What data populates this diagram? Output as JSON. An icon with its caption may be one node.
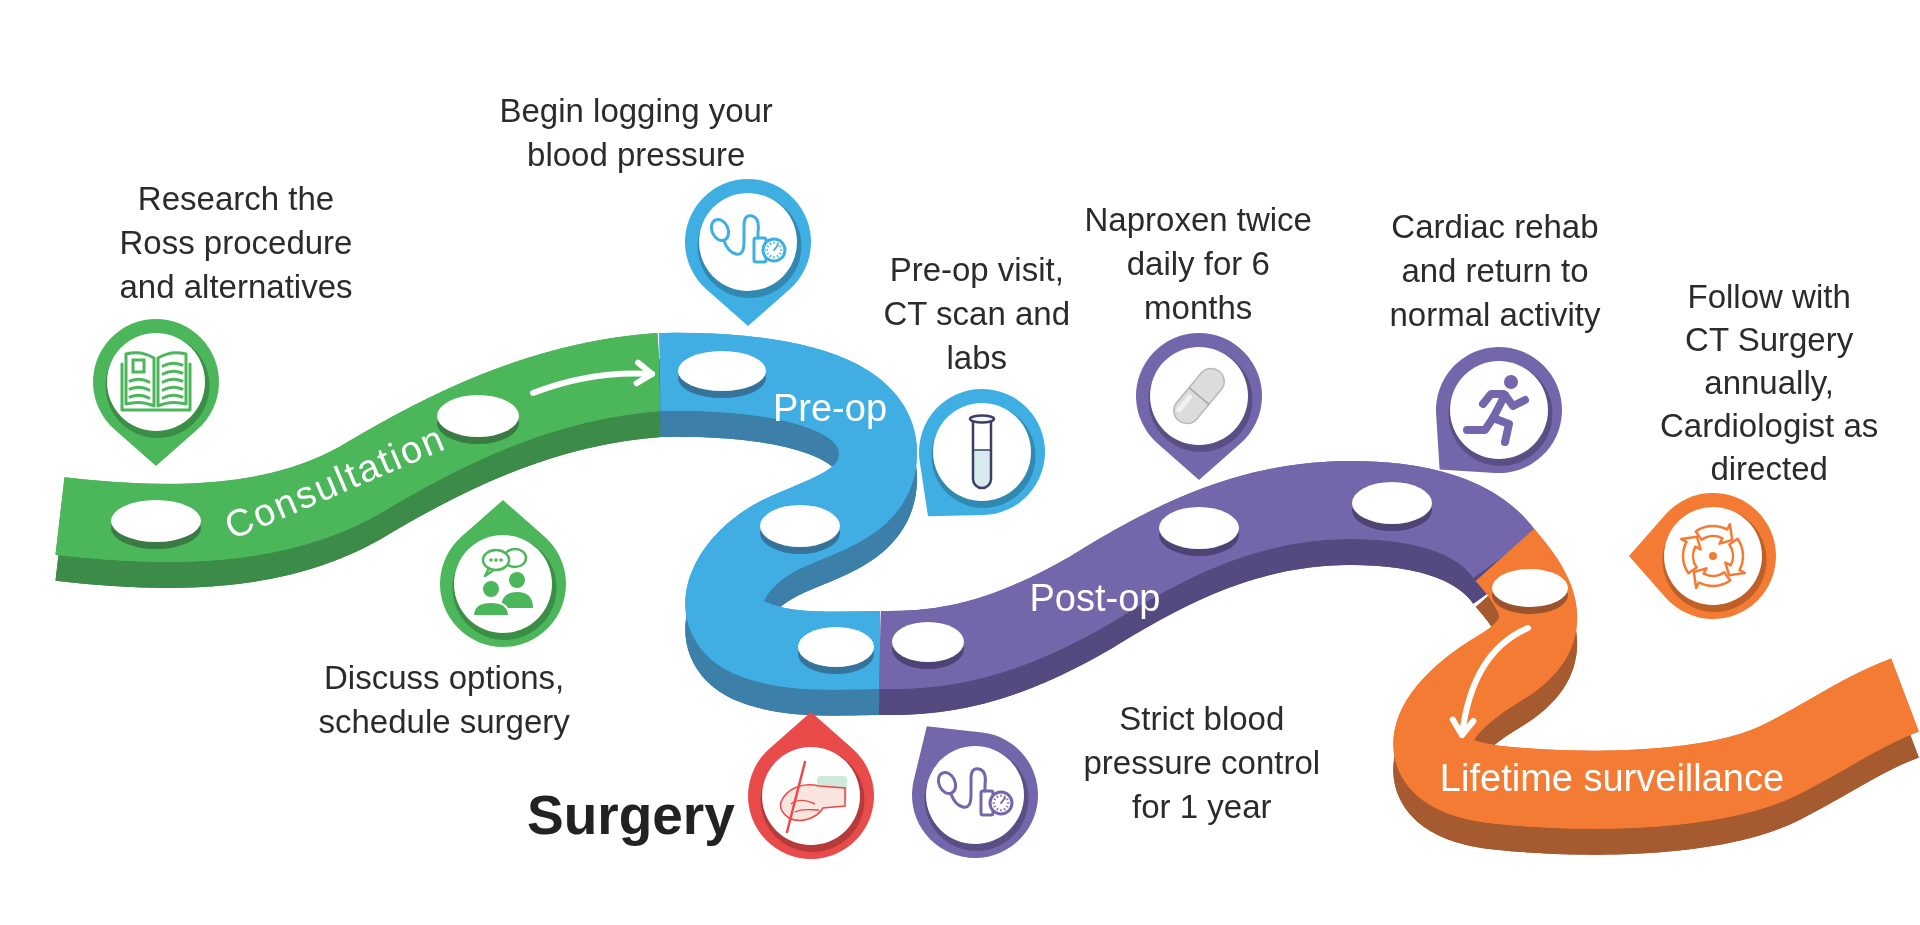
{
  "diagram": {
    "nodes": [
      {
        "text": [
          "Consultation"
        ]
      },
      {
        "text": [
          "Pre-op"
        ]
      },
      {
        "text": [
          "Post-op"
        ]
      },
      {
        "text": [
          "Lifetime surveillance"
        ]
      },
      {
        "text": [
          "Research the Ross procedure and alternatives"
        ]
      },
      {
        "text": [
          "Discuss options, schedule surgery"
        ]
      },
      {
        "text": [
          "Begin logging your blood pressure"
        ]
      },
      {
        "text": [
          "Pre-op visit, CT scan and labs"
        ]
      },
      {
        "text": [
          "Surgery"
        ]
      },
      {
        "text": [
          "Strict blood pressure control for 1 year"
        ]
      },
      {
        "text": [
          "Naproxen twice daily for 6 months"
        ]
      },
      {
        "text": [
          "Cardiac rehab and return to normal activity"
        ]
      },
      {
        "text": [
          "Follow with CT Surgery annually, Cardiologist as directed"
        ]
      }
    ]
  }
}
